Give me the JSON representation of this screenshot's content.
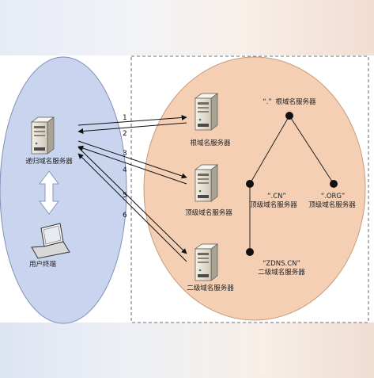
{
  "nodes": {
    "recursive_server": "递归域名服务器",
    "user_terminal": "用户终端",
    "root_server": "根域名服务器",
    "tld_server": "顶级域名服务器",
    "second_server": "二级域名服务器"
  },
  "steps": [
    "1",
    "2",
    "3",
    "4",
    "5",
    "6"
  ],
  "tree": {
    "root_quote": "“.”",
    "root_label": "根域名服务器",
    "cn_quote": "“.CN”",
    "cn_label": "顶级域名服务器",
    "org_quote": "“.ORG”",
    "org_label": "顶级域名服务器",
    "zdns_quote": "“ZDNS.CN”",
    "zdns_label": "二级域名服务器"
  },
  "colors": {
    "left_ellipse": "#c9d5ee",
    "left_ellipse_stroke": "#7f8fb8",
    "right_ellipse": "#f5cfb4",
    "right_ellipse_stroke": "#c79a7c",
    "server_body": "#e8e4d8"
  }
}
